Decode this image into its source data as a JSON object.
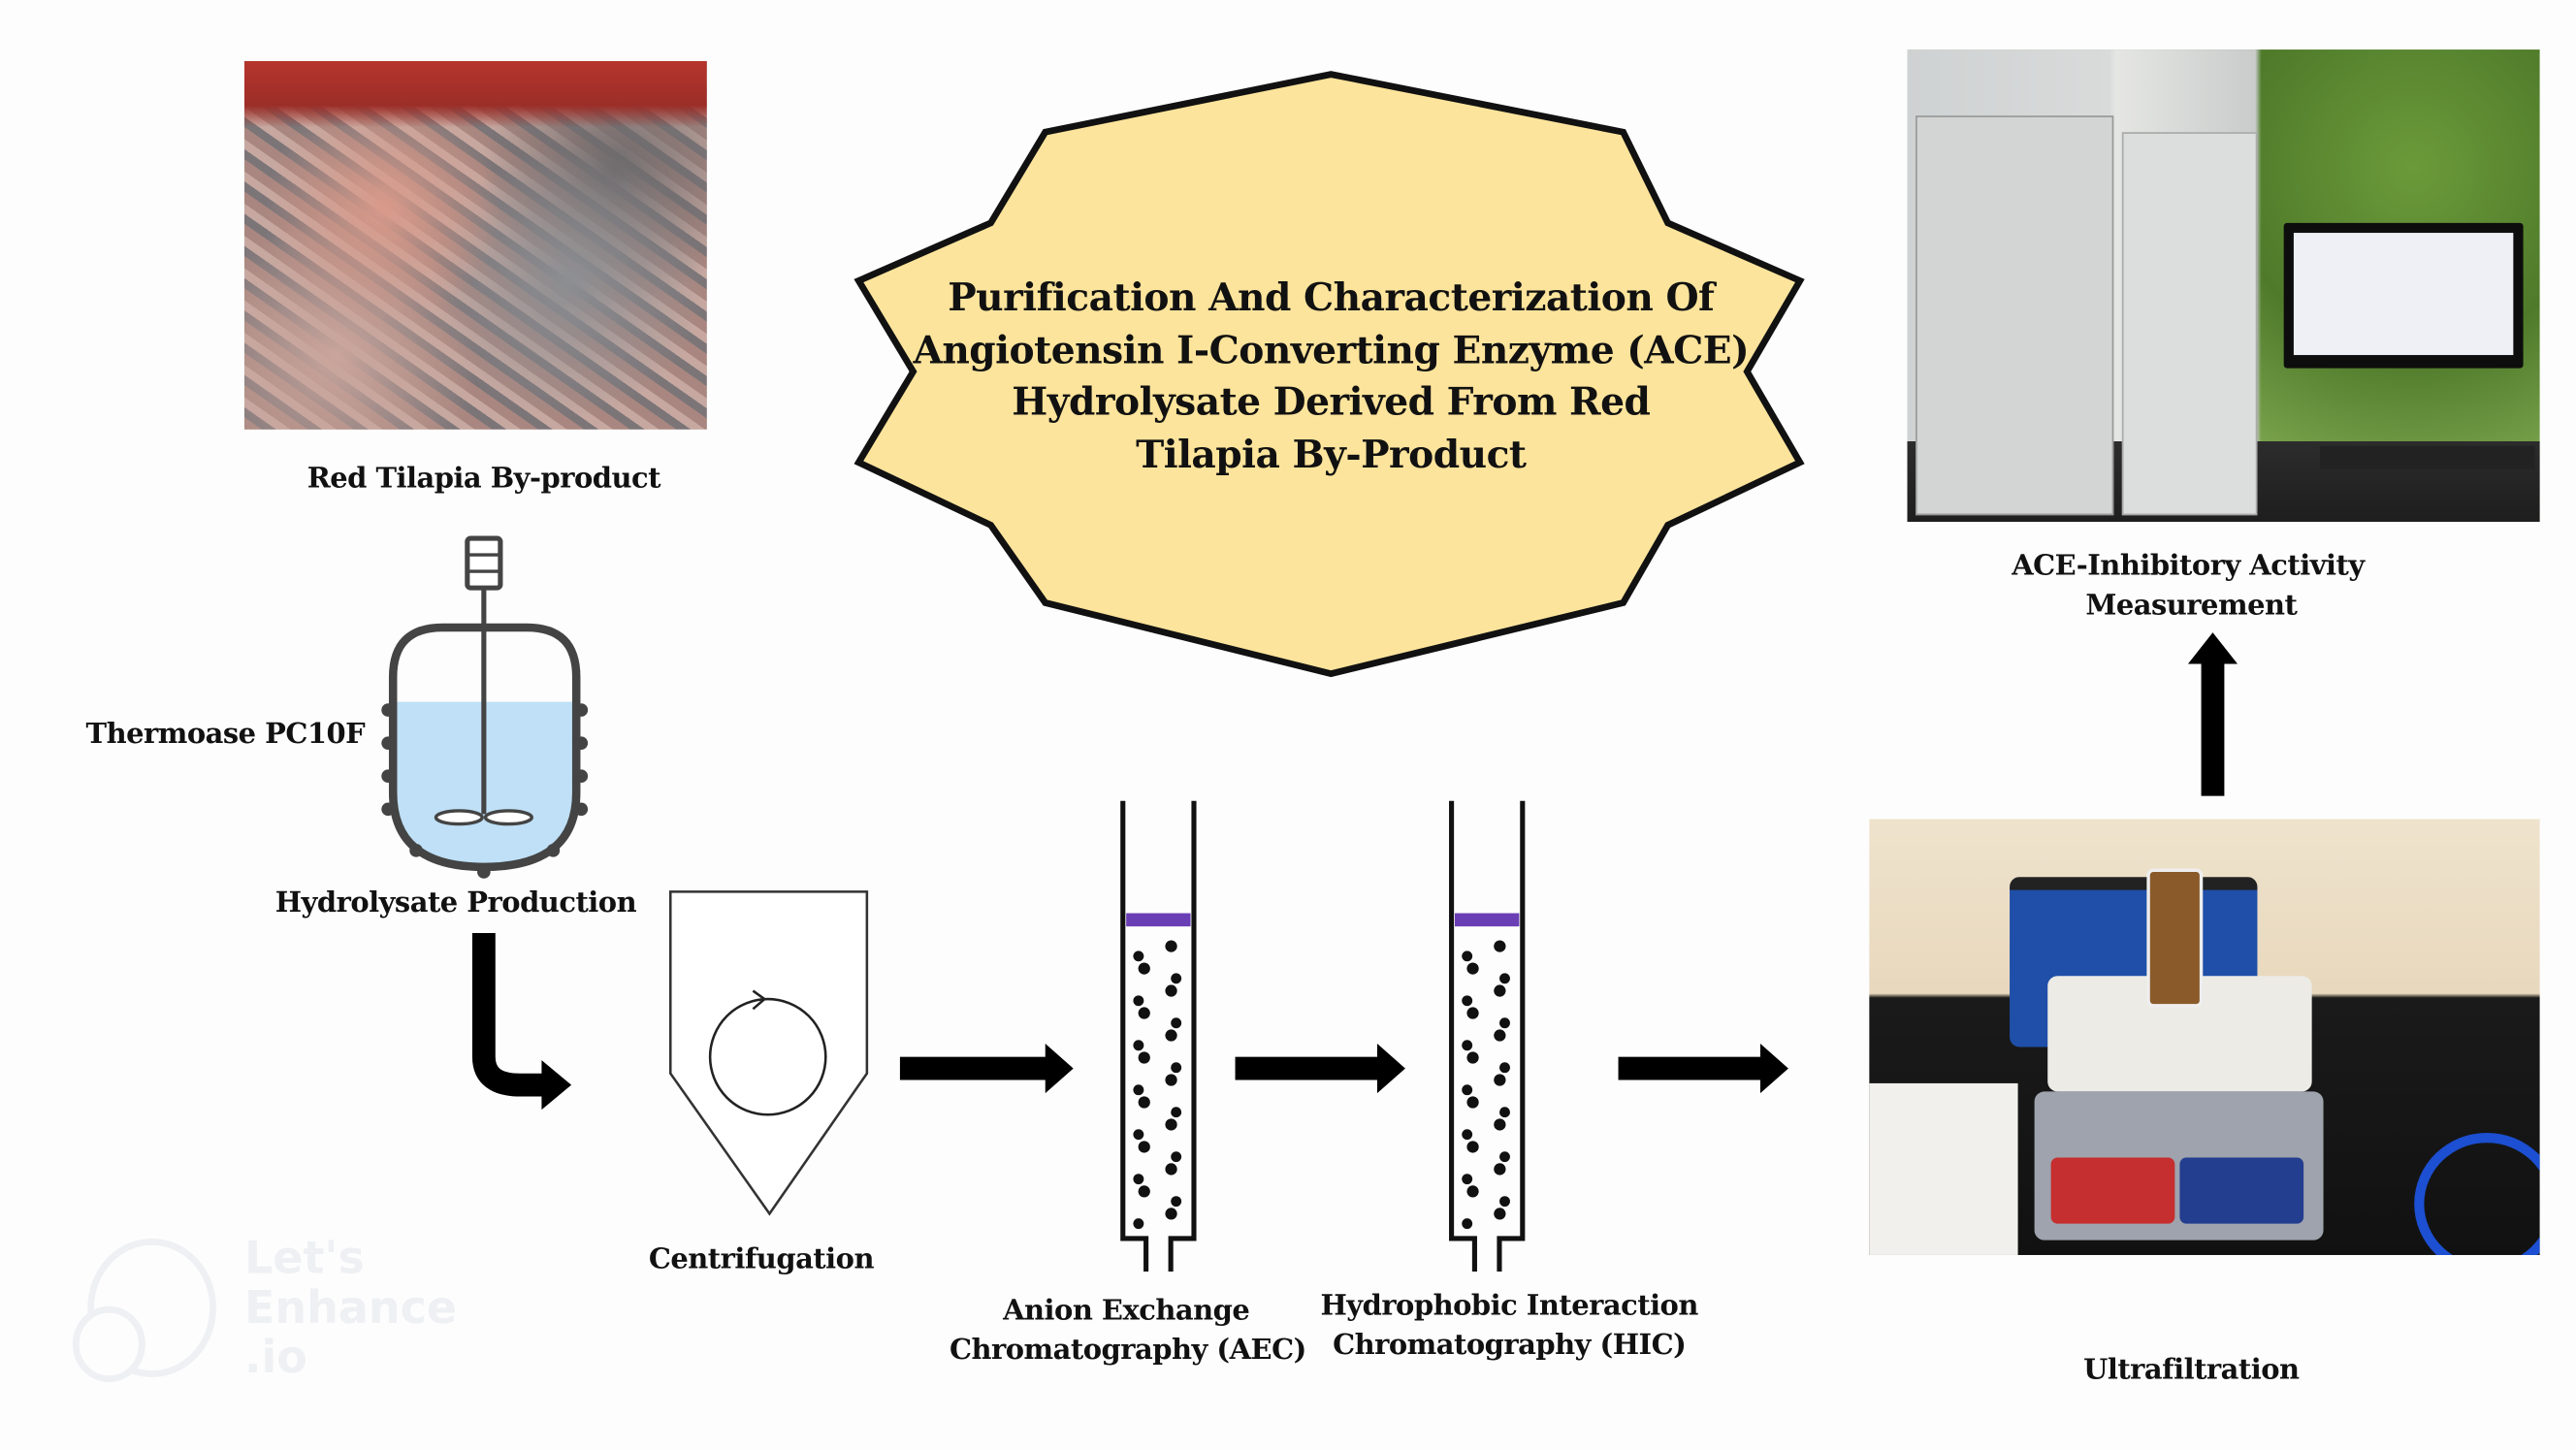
{
  "title_lines": [
    "Purification And Characterization Of",
    "Angiotensin I-Converting Enzyme (ACE)",
    "Hydrolysate Derived From Red",
    "Tilapia By-Product"
  ],
  "captions": {
    "raw_material": "Red Tilapia By-product",
    "enzyme": "Thermoase PC10F",
    "hydrolysis": "Hydrolysate Production",
    "centrifugation": "Centrifugation",
    "aec_1": "Anion Exchange",
    "aec_2": "Chromatography (AEC)",
    "hic_1": "Hydrophobic Interaction",
    "hic_2": "Chromatography (HIC)",
    "ultrafiltration": "Ultrafiltration",
    "ace_1": "ACE-Inhibitory Activity",
    "ace_2": "Measurement"
  },
  "watermark": [
    "Let's",
    "Enhance",
    ".io"
  ],
  "colors": {
    "star_fill": "#fde49c",
    "column_band": "#6a3fb5",
    "liquid": "#bfe0f6"
  }
}
